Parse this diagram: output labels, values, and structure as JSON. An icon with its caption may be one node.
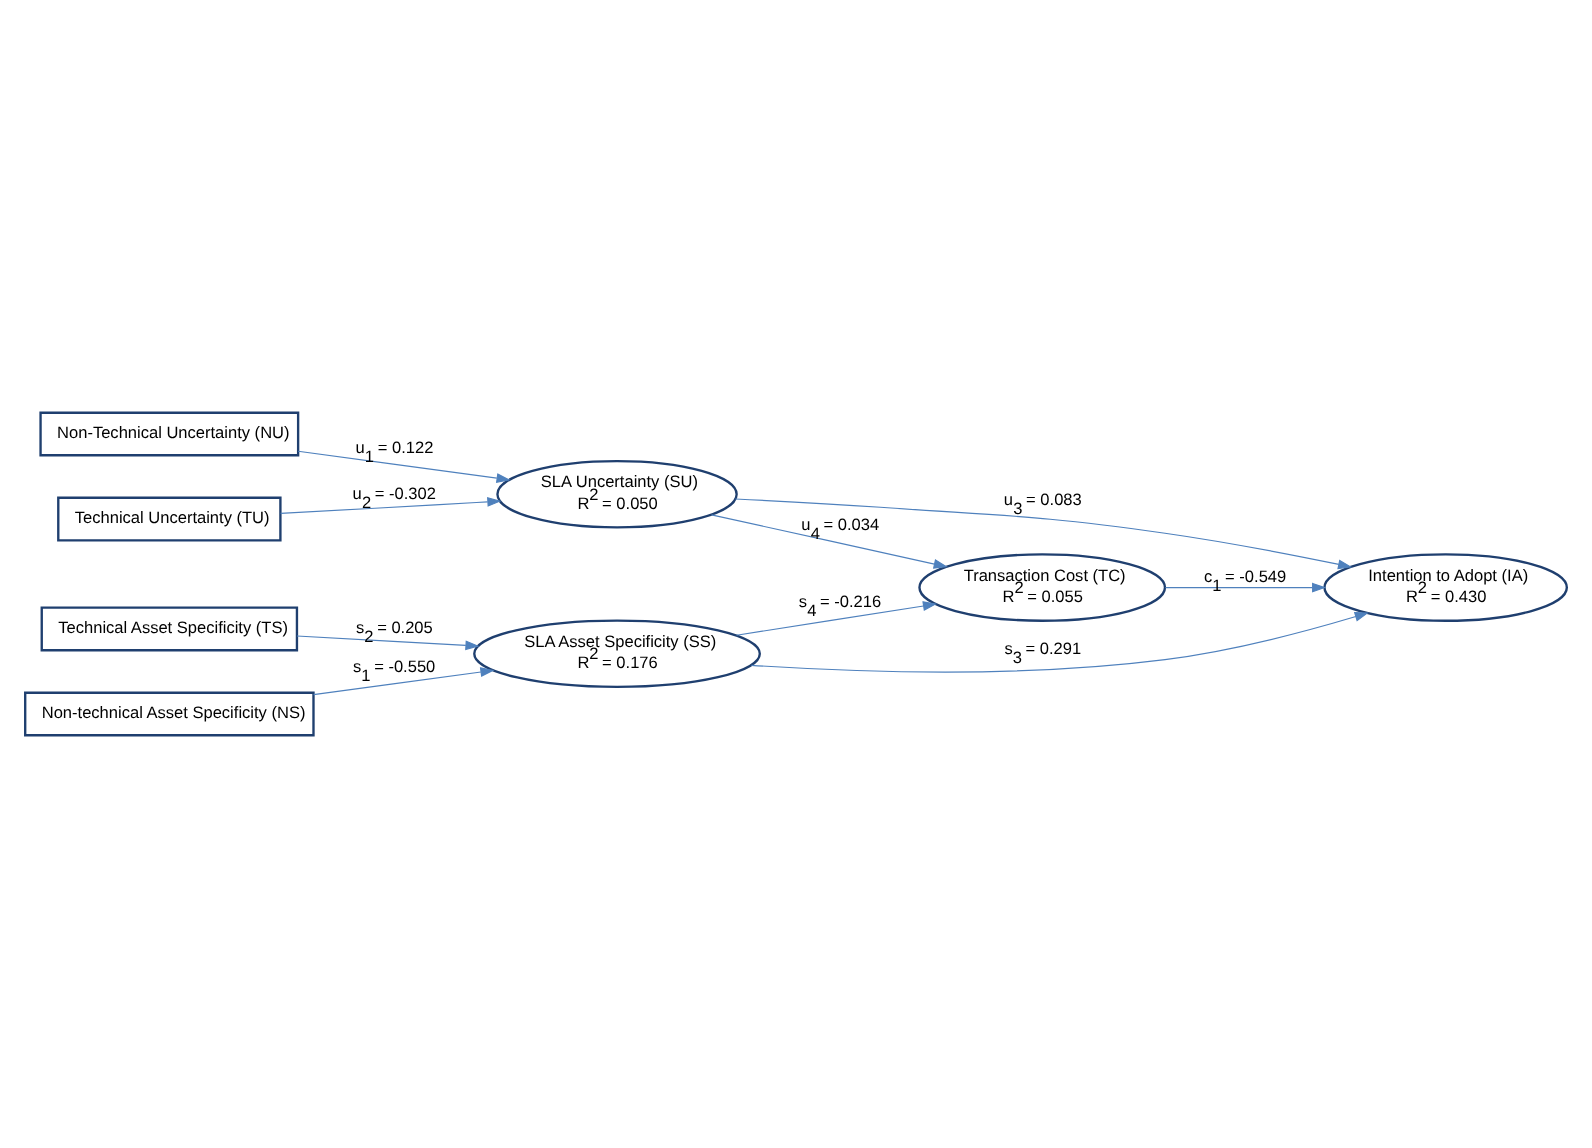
{
  "diagram": {
    "nodes": [
      {
        "text": [
          "Non-Technical Uncertainty (NU)"
        ]
      },
      {
        "text": [
          "SLA Uncertainty (SU)",
          "R$^{2}$ = 0.050"
        ]
      },
      {
        "text": [
          "Technical Uncertainty (TU)"
        ]
      },
      {
        "text": [
          "Transaction Cost (TC)",
          "R$^{2}$ = 0.055"
        ]
      },
      {
        "text": [
          "Intention to Adopt (IA)",
          "R$^{2}$ = 0.430"
        ]
      },
      {
        "text": [
          "Non-technical Asset Specificity (NS)"
        ]
      },
      {
        "text": [
          "SLA Asset Specificity (SS)",
          "R$^{2}$ = 0.176"
        ]
      },
      {
        "text": [
          "Technical Asset Specificity (TS)"
        ]
      }
    ],
    "edges": [
      {
        "from": 0,
        "to": 1,
        "arrow": "to",
        "label": "u$_{1}$ = 0.122"
      },
      {
        "from": 2,
        "to": 1,
        "arrow": "to",
        "label": "u$_{2}$ = -0.302"
      },
      {
        "from": 1,
        "to": 4,
        "arrow": "to",
        "label": "u$_{3}$ = 0.083"
      },
      {
        "from": 1,
        "to": 3,
        "arrow": "to",
        "label": "u$_{4}$ = 0.034"
      },
      {
        "from": 3,
        "to": 4,
        "arrow": "to",
        "label": "c$_{1}$ = -0.549"
      },
      {
        "from": 5,
        "to": 6,
        "arrow": "to",
        "label": "s$_{1}$ = -0.550"
      },
      {
        "from": 7,
        "to": 6,
        "arrow": "to",
        "label": "s$_{2}$ = 0.205"
      },
      {
        "from": 6,
        "to": 4,
        "arrow": "to",
        "label": "s$_{3}$ = 0.291"
      },
      {
        "from": 6,
        "to": 3,
        "arrow": "to",
        "label": "s$_{4}$ = -0.216"
      }
    ]
  }
}
